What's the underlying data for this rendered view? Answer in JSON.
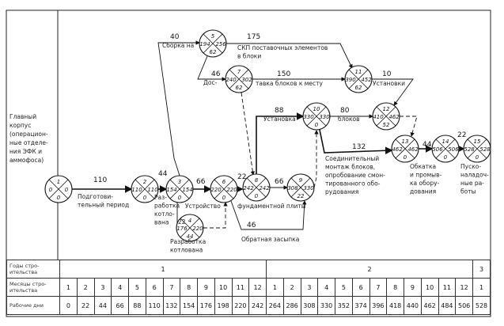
{
  "row_title": [
    "Главный",
    "корпус",
    "(операцион-",
    "ные отделе-",
    "ния ЭФК и",
    "аммофоса)"
  ],
  "nodes": [
    {
      "id": "1",
      "early": "0",
      "late": "0",
      "reserve": "0"
    },
    {
      "id": "2",
      "early": "110",
      "late": "110",
      "reserve": "0"
    },
    {
      "id": "3",
      "early": "154",
      "late": "154",
      "reserve": "0"
    },
    {
      "id": "4",
      "early": "176",
      "late": "220",
      "reserve": "44"
    },
    {
      "id": "5",
      "early": "194",
      "late": "256",
      "reserve": "62"
    },
    {
      "id": "6",
      "early": "220",
      "late": "220",
      "reserve": "0"
    },
    {
      "id": "7",
      "early": "240",
      "late": "302",
      "reserve": "62"
    },
    {
      "id": "8",
      "early": "242",
      "late": "242",
      "reserve": "0"
    },
    {
      "id": "9",
      "early": "308",
      "late": "330",
      "reserve": "22"
    },
    {
      "id": "10",
      "early": "330",
      "late": "330",
      "reserve": "0"
    },
    {
      "id": "11",
      "early": "390",
      "late": "452",
      "reserve": "62"
    },
    {
      "id": "12",
      "early": "410",
      "late": "462",
      "reserve": "52"
    },
    {
      "id": "13",
      "early": "462",
      "late": "462",
      "reserve": "0"
    },
    {
      "id": "14",
      "early": "506",
      "late": "506",
      "reserve": "0"
    },
    {
      "id": "15",
      "early": "528",
      "late": "528",
      "reserve": "0"
    }
  ],
  "labels": {
    "d110": "110",
    "prep": [
      "Подготови-",
      "тельный период"
    ],
    "d44a": "44",
    "dig1": [
      "Раз-",
      "работка",
      "котло-",
      "вана"
    ],
    "d66a": "66",
    "found1": "Устройство",
    "d22a": "22",
    "dig2": [
      "Разработка",
      "котлована"
    ],
    "d22b": "22",
    "found2": "фундаментной плиты",
    "d66b": "66",
    "d46a": "46",
    "backfill": "Обратная засыпка",
    "d88": "88",
    "inst1": "Установка",
    "d80": "80",
    "inst2": "блоков",
    "d132": "132",
    "mount": [
      "Соединительный",
      "монтаж блоков,",
      "опробование смон-",
      "тированного обо-",
      "рудования"
    ],
    "d44b": "44",
    "run": [
      "Обкатка",
      "и промыв-",
      "ка обору-",
      "дования"
    ],
    "d22c": "22",
    "startup": [
      "Пуско-",
      "наладоч-",
      "ные ра-",
      "боты"
    ],
    "d40": "40",
    "asm": "Сборка на",
    "d175": "175",
    "skp": [
      "СКП поставочных элементов",
      "в блоки"
    ],
    "d46b": "46",
    "del1": "Дос-",
    "d150": "150",
    "del2": "тавка блоков к месту",
    "d10": "10",
    "inst3": "Установки"
  },
  "table": {
    "years_label": "Годы стро-ительства",
    "years": [
      {
        "label": "1",
        "span": 12
      },
      {
        "label": "2",
        "span": 12
      },
      {
        "label": "3",
        "span": 1
      }
    ],
    "months_label": "Месяцы стро-ительства",
    "months": [
      "1",
      "2",
      "3",
      "4",
      "5",
      "6",
      "7",
      "8",
      "9",
      "10",
      "11",
      "12",
      "1",
      "2",
      "3",
      "4",
      "5",
      "6",
      "7",
      "8",
      "9",
      "10",
      "11",
      "12",
      "1"
    ],
    "days_label": "Рабочие дни",
    "days": [
      "0",
      "22",
      "44",
      "66",
      "88",
      "110",
      "132",
      "154",
      "176",
      "198",
      "220",
      "242",
      "264",
      "286",
      "308",
      "330",
      "352",
      "374",
      "396",
      "418",
      "440",
      "462",
      "484",
      "506",
      "528"
    ]
  }
}
